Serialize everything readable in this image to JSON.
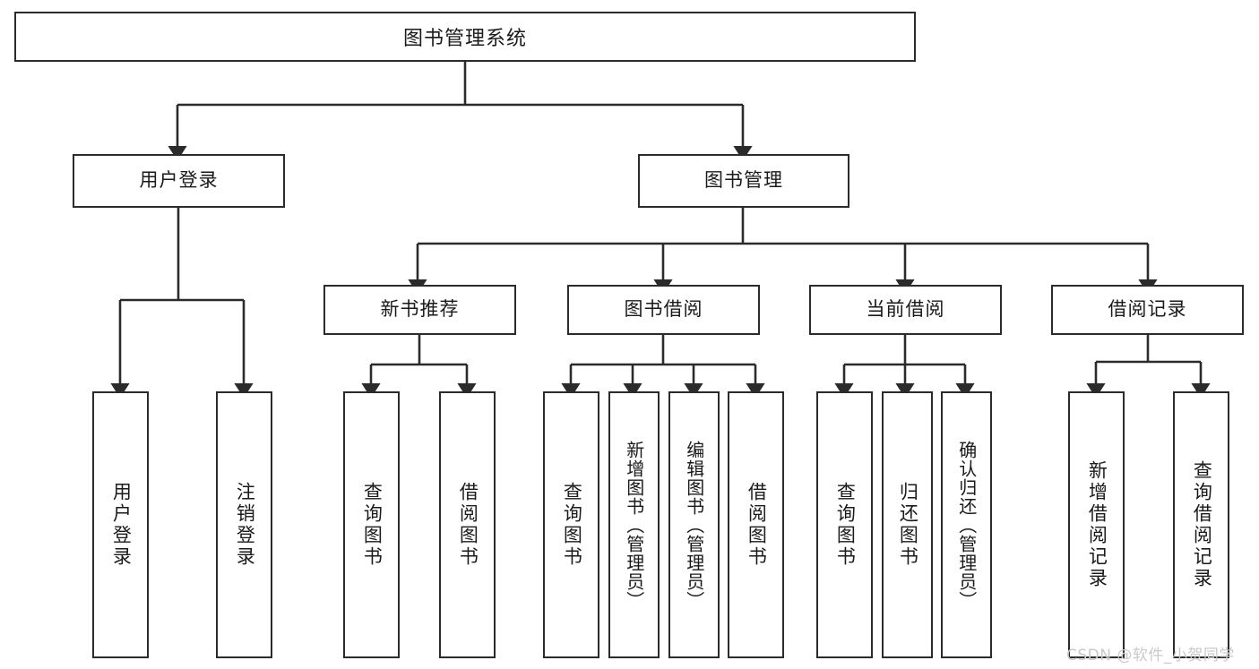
{
  "diagram": {
    "title": "图书管理系统",
    "type": "tree",
    "root": {
      "label": "图书管理系统"
    },
    "level2": [
      {
        "label": "用户登录"
      },
      {
        "label": "图书管理"
      }
    ],
    "level3": [
      {
        "label": "新书推荐"
      },
      {
        "label": "图书借阅"
      },
      {
        "label": "当前借阅"
      },
      {
        "label": "借阅记录"
      }
    ],
    "leaves": {
      "user_login": [
        {
          "label": "用户登录"
        },
        {
          "label": "注销登录"
        }
      ],
      "new_book_recommend": [
        {
          "label": "查询图书"
        },
        {
          "label": "借阅图书"
        }
      ],
      "book_borrow": [
        {
          "label": "查询图书"
        },
        {
          "label": "新增图书（管理员）"
        },
        {
          "label": "编辑图书（管理员）"
        },
        {
          "label": "借阅图书"
        }
      ],
      "current_borrow": [
        {
          "label": "查询图书"
        },
        {
          "label": "归还图书"
        },
        {
          "label": "确认归还（管理员）"
        }
      ],
      "borrow_record": [
        {
          "label": "新增借阅记录"
        },
        {
          "label": "查询借阅记录"
        }
      ]
    }
  },
  "watermark": {
    "text": "CSDN @软件_小贺同学"
  },
  "colors": {
    "stroke": "#2b2b2b",
    "background": "#ffffff",
    "text": "#1a1a1a",
    "watermark": "#c9c9c9"
  }
}
